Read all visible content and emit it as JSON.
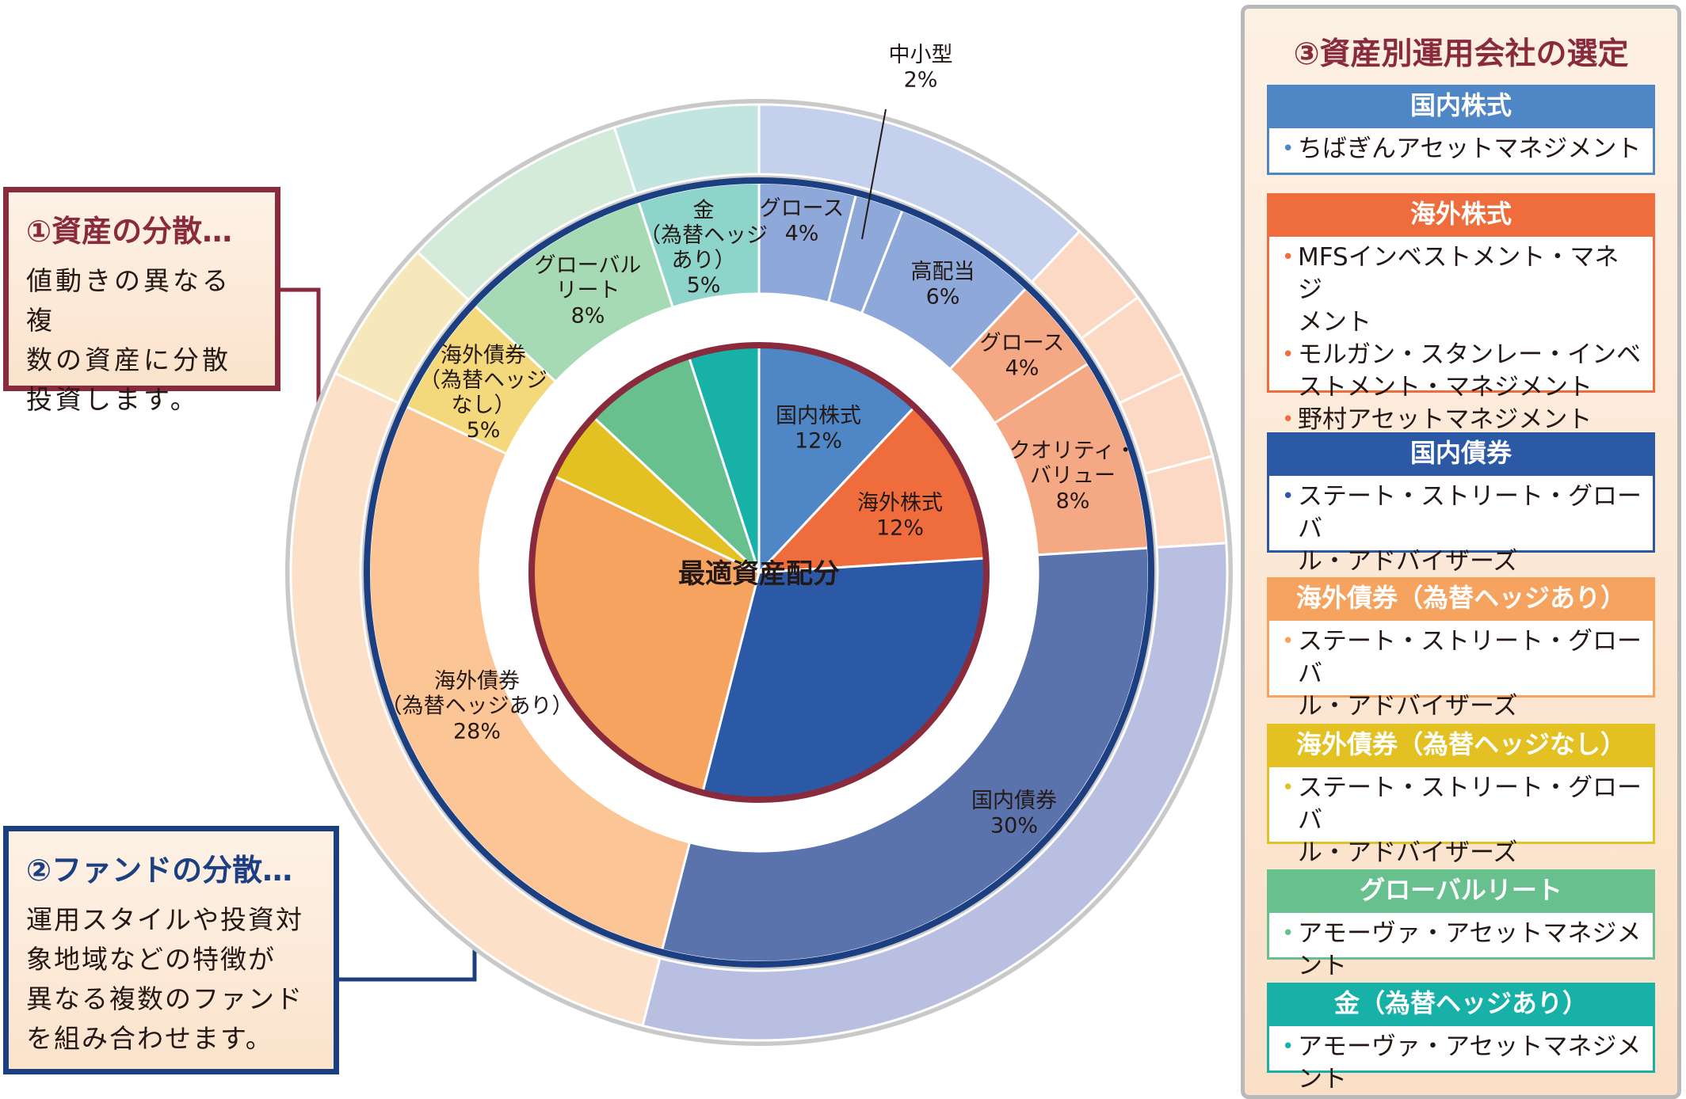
{
  "chart_data": {
    "type": "sunburst",
    "center_label": "最適資産配分",
    "inner_ring": [
      {
        "name": "国内株式",
        "value": 12,
        "color": "#4f86c6"
      },
      {
        "name": "海外株式",
        "value": 12,
        "color": "#ef6c3d"
      },
      {
        "name": "国内債券",
        "value": 30,
        "color": "#2b59a6"
      },
      {
        "name": "海外債券（為替ヘッジあり）",
        "value": 28,
        "color": "#f6a35f"
      },
      {
        "name": "海外債券（為替ヘッジなし）",
        "value": 5,
        "color": "#e3c123"
      },
      {
        "name": "グローバルリート",
        "value": 8,
        "color": "#67c08d"
      },
      {
        "name": "金（為替ヘッジあり）",
        "value": 5,
        "color": "#17b1a8"
      }
    ],
    "middle_ring": [
      {
        "label_lines": [
          "グロース",
          "4%"
        ],
        "value": 4,
        "color": "#8ea8da"
      },
      {
        "label_lines": [],
        "value": 2,
        "color": "#8ea8da"
      },
      {
        "label_lines": [
          "高配当",
          "6%"
        ],
        "value": 6,
        "color": "#8ea8da"
      },
      {
        "label_lines": [
          "グロース",
          "4%"
        ],
        "value": 4,
        "color": "#f4a884"
      },
      {
        "label_lines": [
          "クオリティ・",
          "バリュー",
          "8%"
        ],
        "value": 8,
        "color": "#f4a884"
      },
      {
        "label_lines": [
          "国内債券",
          "30%"
        ],
        "value": 30,
        "color": "#5b73ad"
      },
      {
        "label_lines": [
          "海外債券",
          "（為替ヘッジあり）",
          "28%"
        ],
        "value": 28,
        "color": "#fcc595"
      },
      {
        "label_lines": [
          "海外債券",
          "（為替ヘッジ",
          "なし）",
          "5%"
        ],
        "value": 5,
        "color": "#f3d97c"
      },
      {
        "label_lines": [
          "グローバル",
          "リート",
          "8%"
        ],
        "value": 8,
        "color": "#a6dab4"
      },
      {
        "label_lines": [
          "金",
          "（為替ヘッジ",
          "あり）",
          "5%"
        ],
        "value": 5,
        "color": "#8dd4ca"
      }
    ],
    "inner_labels": [
      {
        "lines": [
          "国内株式",
          "12%"
        ],
        "color": "#ffffff"
      },
      {
        "lines": [
          "海外株式",
          "12%"
        ],
        "color": "#ffffff"
      }
    ],
    "outer_ring": [
      {
        "value": 12,
        "color": "#c5d1ec"
      },
      {
        "value": 3,
        "color": "#fcd9c4"
      },
      {
        "value": 3,
        "color": "#fcd9c4"
      },
      {
        "value": 3,
        "color": "#fcd9c4"
      },
      {
        "value": 3,
        "color": "#fcd9c4"
      },
      {
        "value": 30,
        "color": "#b8bfe0"
      },
      {
        "value": 28,
        "color": "#fde0c8"
      },
      {
        "value": 5,
        "color": "#f7e8bb"
      },
      {
        "value": 8,
        "color": "#d4ebd9"
      },
      {
        "value": 5,
        "color": "#c2e5e0"
      }
    ],
    "annotation": {
      "lines": [
        "中小型",
        "2%"
      ]
    }
  },
  "callout_asset": {
    "title": "①資産の分散…",
    "lines": [
      "値動きの異なる複",
      "数の資産に分散",
      "投資します。"
    ]
  },
  "callout_fund": {
    "title": "②ファンドの分散…",
    "lines": [
      "運用スタイルや投資対",
      "象地域などの特徴が",
      "異なる複数のファンド",
      "を組み合わせます。"
    ]
  },
  "managers_panel": {
    "title": "③資産別運用会社の選定",
    "categories": [
      {
        "name": "国内株式",
        "color": "#4f86c6",
        "managers": [
          "ちばぎんアセットマネジメント"
        ],
        "item_lines": [
          [
            "ちばぎんアセットマネジメント"
          ]
        ]
      },
      {
        "name": "海外株式",
        "color": "#ef6c3d",
        "managers": [
          "MFSインベストメント・マネジメント",
          "モルガン・スタンレー・インベストメント・マネジメント",
          "野村アセットマネジメント"
        ],
        "item_lines": [
          [
            "MFSインベストメント・マネジ",
            "メント"
          ],
          [
            "モルガン・スタンレー・インベ",
            "ストメント・マネジメント"
          ],
          [
            "野村アセットマネジメント"
          ]
        ]
      },
      {
        "name": "国内債券",
        "color": "#2b59a6",
        "managers": [
          "ステート・ストリート・グローバル・アドバイザーズ"
        ],
        "item_lines": [
          [
            "ステート・ストリート・グローバ",
            "ル・アドバイザーズ"
          ]
        ]
      },
      {
        "name": "海外債券（為替ヘッジあり）",
        "color": "#f6a35f",
        "managers": [
          "ステート・ストリート・グローバル・アドバイザーズ"
        ],
        "item_lines": [
          [
            "ステート・ストリート・グローバ",
            "ル・アドバイザーズ"
          ]
        ]
      },
      {
        "name": "海外債券（為替ヘッジなし）",
        "color": "#e3c123",
        "managers": [
          "ステート・ストリート・グローバル・アドバイザーズ"
        ],
        "item_lines": [
          [
            "ステート・ストリート・グローバ",
            "ル・アドバイザーズ"
          ]
        ]
      },
      {
        "name": "グローバルリート",
        "color": "#67c08d",
        "managers": [
          "アモーヴァ・アセットマネジメント"
        ],
        "item_lines": [
          [
            "アモーヴァ・アセットマネジメント"
          ]
        ]
      },
      {
        "name": "金（為替ヘッジあり）",
        "color": "#17b1a8",
        "managers": [
          "アモーヴァ・アセットマネジメント"
        ],
        "item_lines": [
          [
            "アモーヴァ・アセットマネジメント"
          ]
        ]
      }
    ]
  }
}
